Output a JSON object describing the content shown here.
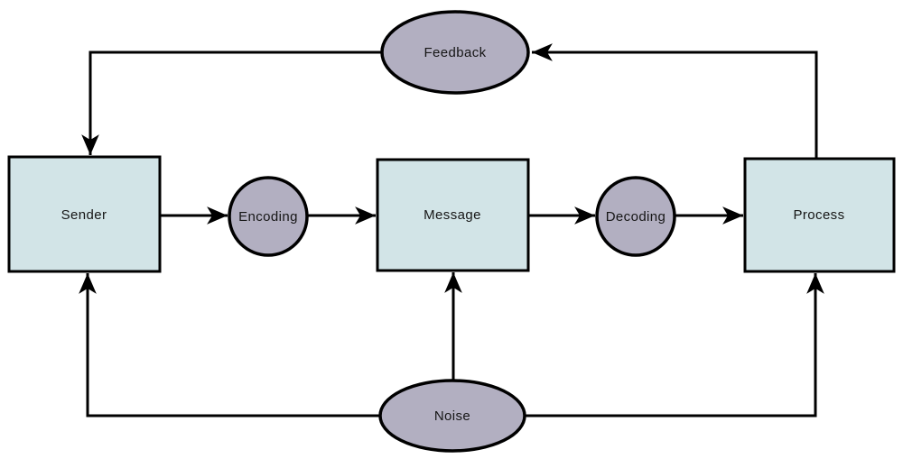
{
  "diagram": {
    "type": "flow-diagram",
    "subject": "communication-process",
    "background": "#ffffff",
    "arrow_color": "#000000",
    "nodes": {
      "sender": {
        "label": "Sender",
        "shape": "rectangle",
        "fill": "#d2e4e7",
        "border": "#000000"
      },
      "encoding": {
        "label": "Encoding",
        "shape": "circle",
        "fill": "#b2afc1",
        "border": "#000000"
      },
      "message": {
        "label": "Message",
        "shape": "rectangle",
        "fill": "#d2e4e7",
        "border": "#000000"
      },
      "decoding": {
        "label": "Decoding",
        "shape": "circle",
        "fill": "#b2afc1",
        "border": "#000000"
      },
      "process": {
        "label": "Process",
        "shape": "rectangle",
        "fill": "#d2e4e7",
        "border": "#000000"
      },
      "feedback": {
        "label": "Feedback",
        "shape": "ellipse",
        "fill": "#b2afc1",
        "border": "#000000"
      },
      "noise": {
        "label": "Noise",
        "shape": "ellipse",
        "fill": "#b2afc1",
        "border": "#000000"
      }
    },
    "edges": [
      {
        "from": "sender",
        "to": "encoding"
      },
      {
        "from": "encoding",
        "to": "message"
      },
      {
        "from": "message",
        "to": "decoding"
      },
      {
        "from": "decoding",
        "to": "process"
      },
      {
        "from": "process",
        "to": "feedback"
      },
      {
        "from": "feedback",
        "to": "sender"
      },
      {
        "from": "noise",
        "to": "sender"
      },
      {
        "from": "noise",
        "to": "message"
      },
      {
        "from": "noise",
        "to": "process"
      }
    ]
  }
}
